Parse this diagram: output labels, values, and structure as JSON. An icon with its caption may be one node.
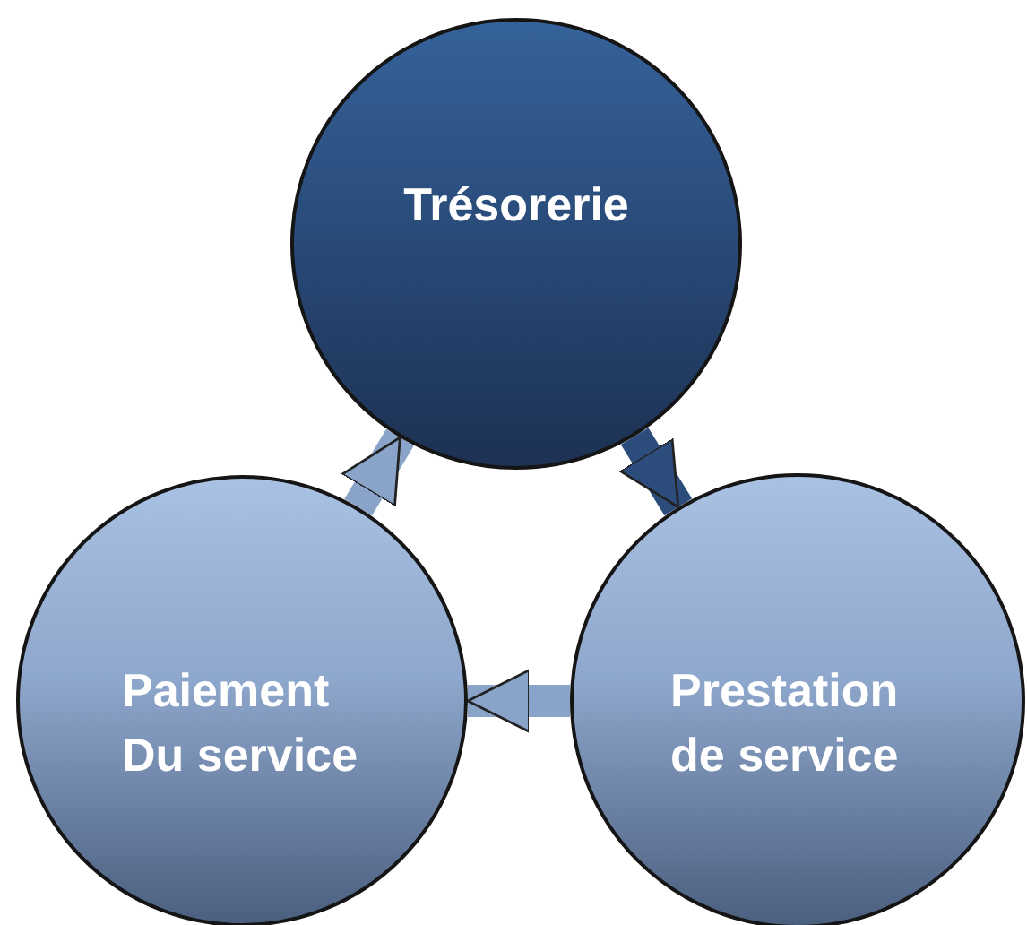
{
  "diagram": {
    "nodes": [
      {
        "text": [
          "Trésorerie"
        ]
      },
      {
        "text": [
          "Paiement Du service"
        ]
      },
      {
        "text": [
          "Prestation de service"
        ]
      }
    ],
    "edges": [
      {
        "from": 0,
        "to": 2,
        "arrow": "to",
        "color": "#2c4d7c"
      },
      {
        "from": 2,
        "to": 1,
        "arrow": "to"
      },
      {
        "from": 1,
        "to": 0,
        "arrow": "to"
      }
    ]
  }
}
